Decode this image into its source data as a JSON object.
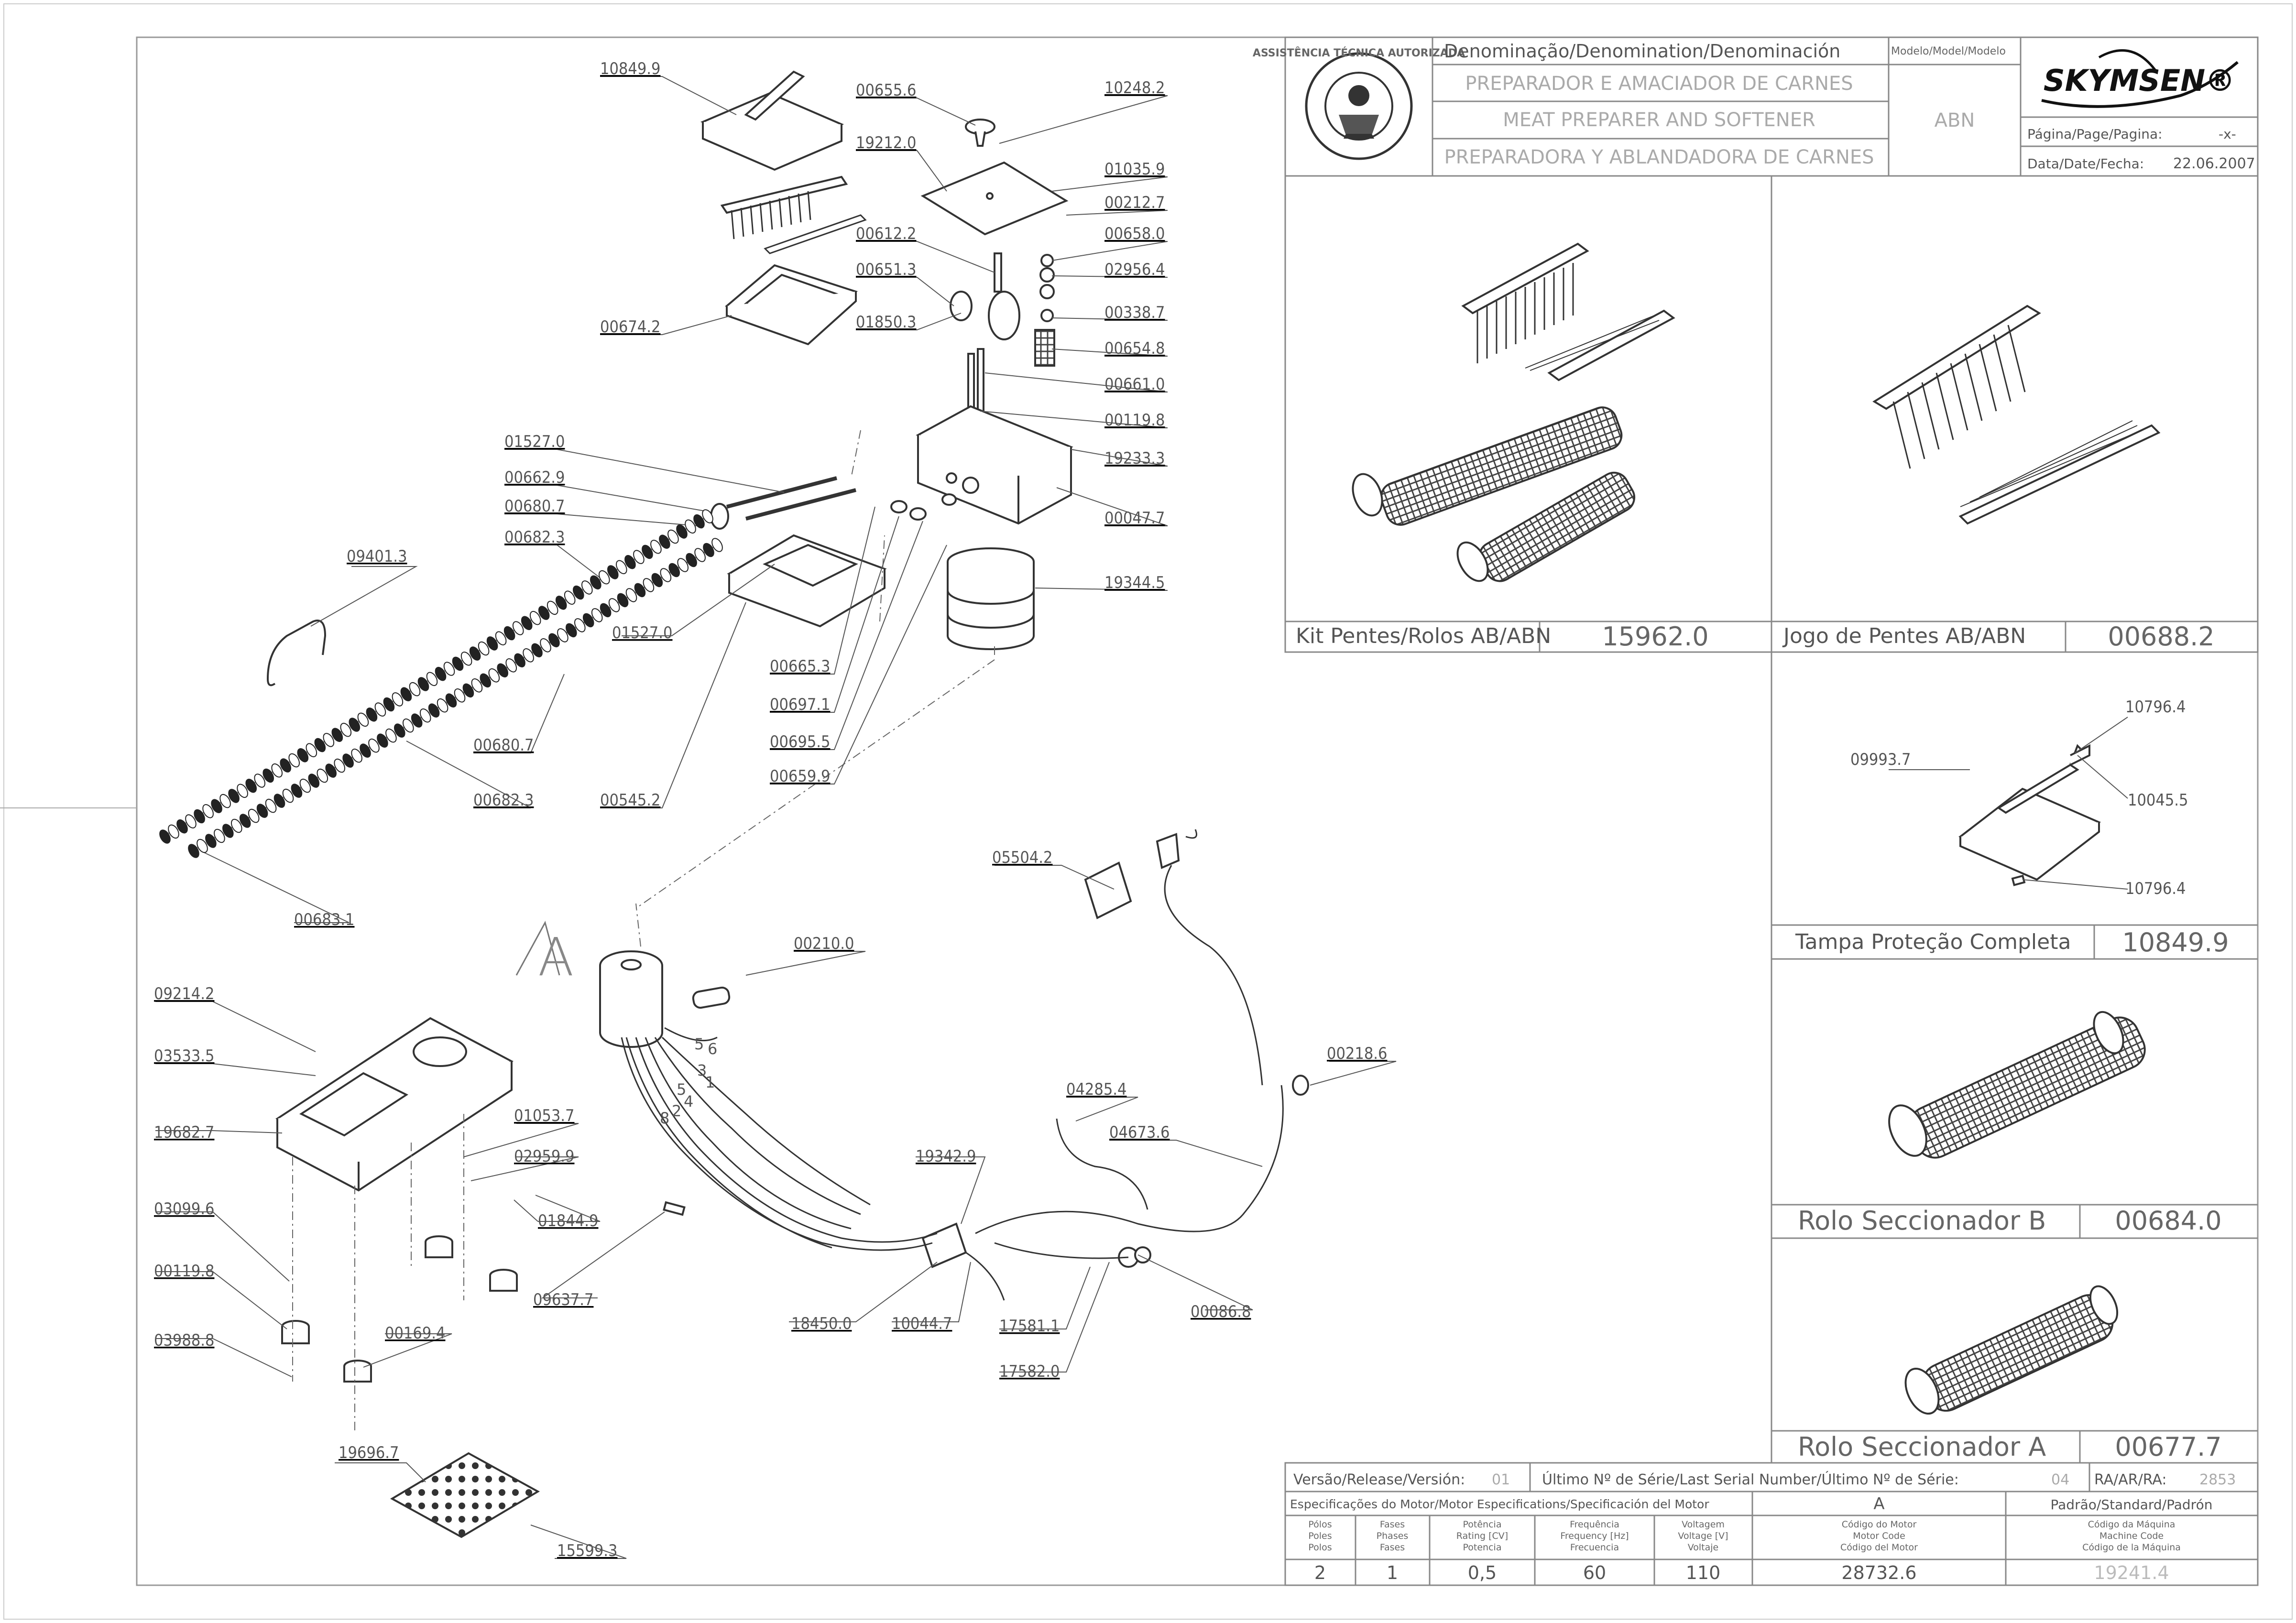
{
  "title_block": {
    "seal_text": "ASSISTÊNCIA TÉCNICA AUTORIZADA",
    "denomination_label": "Denominação/Denomination/Denominación",
    "model_label": "Modelo/Model/Modelo",
    "name_pt": "PREPARADOR E AMACIADOR DE CARNES",
    "name_en": "MEAT PREPARER AND SOFTENER",
    "name_es": "PREPARADORA Y ABLANDADORA DE CARNES",
    "model": "ABN",
    "brand": "SKYMSEN®",
    "page_label": "Página/Page/Pagina:",
    "page_value": "-x-",
    "date_label": "Data/Date/Fecha:",
    "date_value": "22.06.2007"
  },
  "panels": [
    {
      "label": "Kit Pentes/Rolos AB/ABN",
      "code": "15962.0"
    },
    {
      "label": "Jogo de Pentes AB/ABN",
      "code": "00688.2"
    },
    {
      "label": "Tampa   Proteção Completa",
      "code": "10849.9"
    },
    {
      "label": "Rolo Seccionador B",
      "code": "00684.0"
    },
    {
      "label": "Rolo Seccionador A",
      "code": "00677.7"
    }
  ],
  "cover_detail_parts": [
    "10796.4",
    "09993.7",
    "10045.5",
    "10796.4"
  ],
  "footer": {
    "version_label": "Versão/Release/Versión:",
    "version_value": "01",
    "serial_label": "Último Nº de Série/Last Serial Number/Último Nº de Série:",
    "serial_value": "04",
    "ra_label": "RA/AR/RA:",
    "ra_value": "2853",
    "motor_spec_label": "Especificações do Motor/Motor Especifications/Specificación del Motor",
    "col_a": "A",
    "col_std": "Padrão/Standard/Padrón",
    "headers": [
      [
        "Pólos",
        "Poles",
        "Polos"
      ],
      [
        "Fases",
        "Phases",
        "Fases"
      ],
      [
        "Potência",
        "Rating [CV]",
        "Potencia"
      ],
      [
        "Frequência",
        "Frequency [Hz]",
        "Frecuencia"
      ],
      [
        "Voltagem",
        "Voltage [V]",
        "Voltaje"
      ],
      [
        "Código do Motor",
        "Motor Code",
        "Código del Motor"
      ],
      [
        "Código da Máquina",
        "Machine Code",
        "Código de la Máquina"
      ]
    ],
    "values": [
      "2",
      "1",
      "0,5",
      "60",
      "110",
      "28732.6",
      "19241.4"
    ]
  },
  "callouts": {
    "p10849_9": "10849.9",
    "p00655_6": "00655.6",
    "p10248_2": "10248.2",
    "p19212_0": "19212.0",
    "p01035_9": "01035.9",
    "p00212_7": "00212.7",
    "p00612_2": "00612.2",
    "p00658_0": "00658.0",
    "p00651_3": "00651.3",
    "p02956_4": "02956.4",
    "p01850_3": "01850.3",
    "p00338_7": "00338.7",
    "p00674_2": "00674.2",
    "p00654_8": "00654.8",
    "p00661_0": "00661.0",
    "p00119_8a": "00119.8",
    "p01527_0a": "01527.0",
    "p19233_3": "19233.3",
    "p00662_9": "00662.9",
    "p00680_7a": "00680.7",
    "p00047_7": "00047.7",
    "p00682_3a": "00682.3",
    "p09401_3": "09401.3",
    "p19344_5": "19344.5",
    "p01527_0b": "01527.0",
    "p00665_3": "00665.3",
    "p00697_1": "00697.1",
    "p00680_7b": "00680.7",
    "p00695_5": "00695.5",
    "p00682_3b": "00682.3",
    "p00545_2": "00545.2",
    "p00659_9": "00659.9",
    "p00683_1": "00683.1",
    "p05504_2": "05504.2",
    "p00210_0": "00210.0",
    "p09214_2": "09214.2",
    "p03533_5": "03533.5",
    "p00218_6": "00218.6",
    "p04285_4": "04285.4",
    "p19682_7": "19682.7",
    "p01053_7": "01053.7",
    "p04673_6": "04673.6",
    "p02959_9": "02959.9",
    "p19342_9": "19342.9",
    "p03099_6": "03099.6",
    "p01844_9": "01844.9",
    "p00119_8b": "00119.8",
    "p09637_7": "09637.7",
    "p00086_8": "00086.8",
    "p18450_0": "18450.0",
    "p10044_7": "10044.7",
    "p17581_1": "17581.1",
    "p03988_8": "03988.8",
    "p00169_4": "00169.4",
    "p17582_0": "17582.0",
    "p19696_7": "19696.7",
    "p15599_3": "15599.3",
    "motor_view": "A",
    "wire_numbers": [
      "5",
      "6",
      "3",
      "1",
      "5",
      "4",
      "2",
      "8"
    ]
  }
}
